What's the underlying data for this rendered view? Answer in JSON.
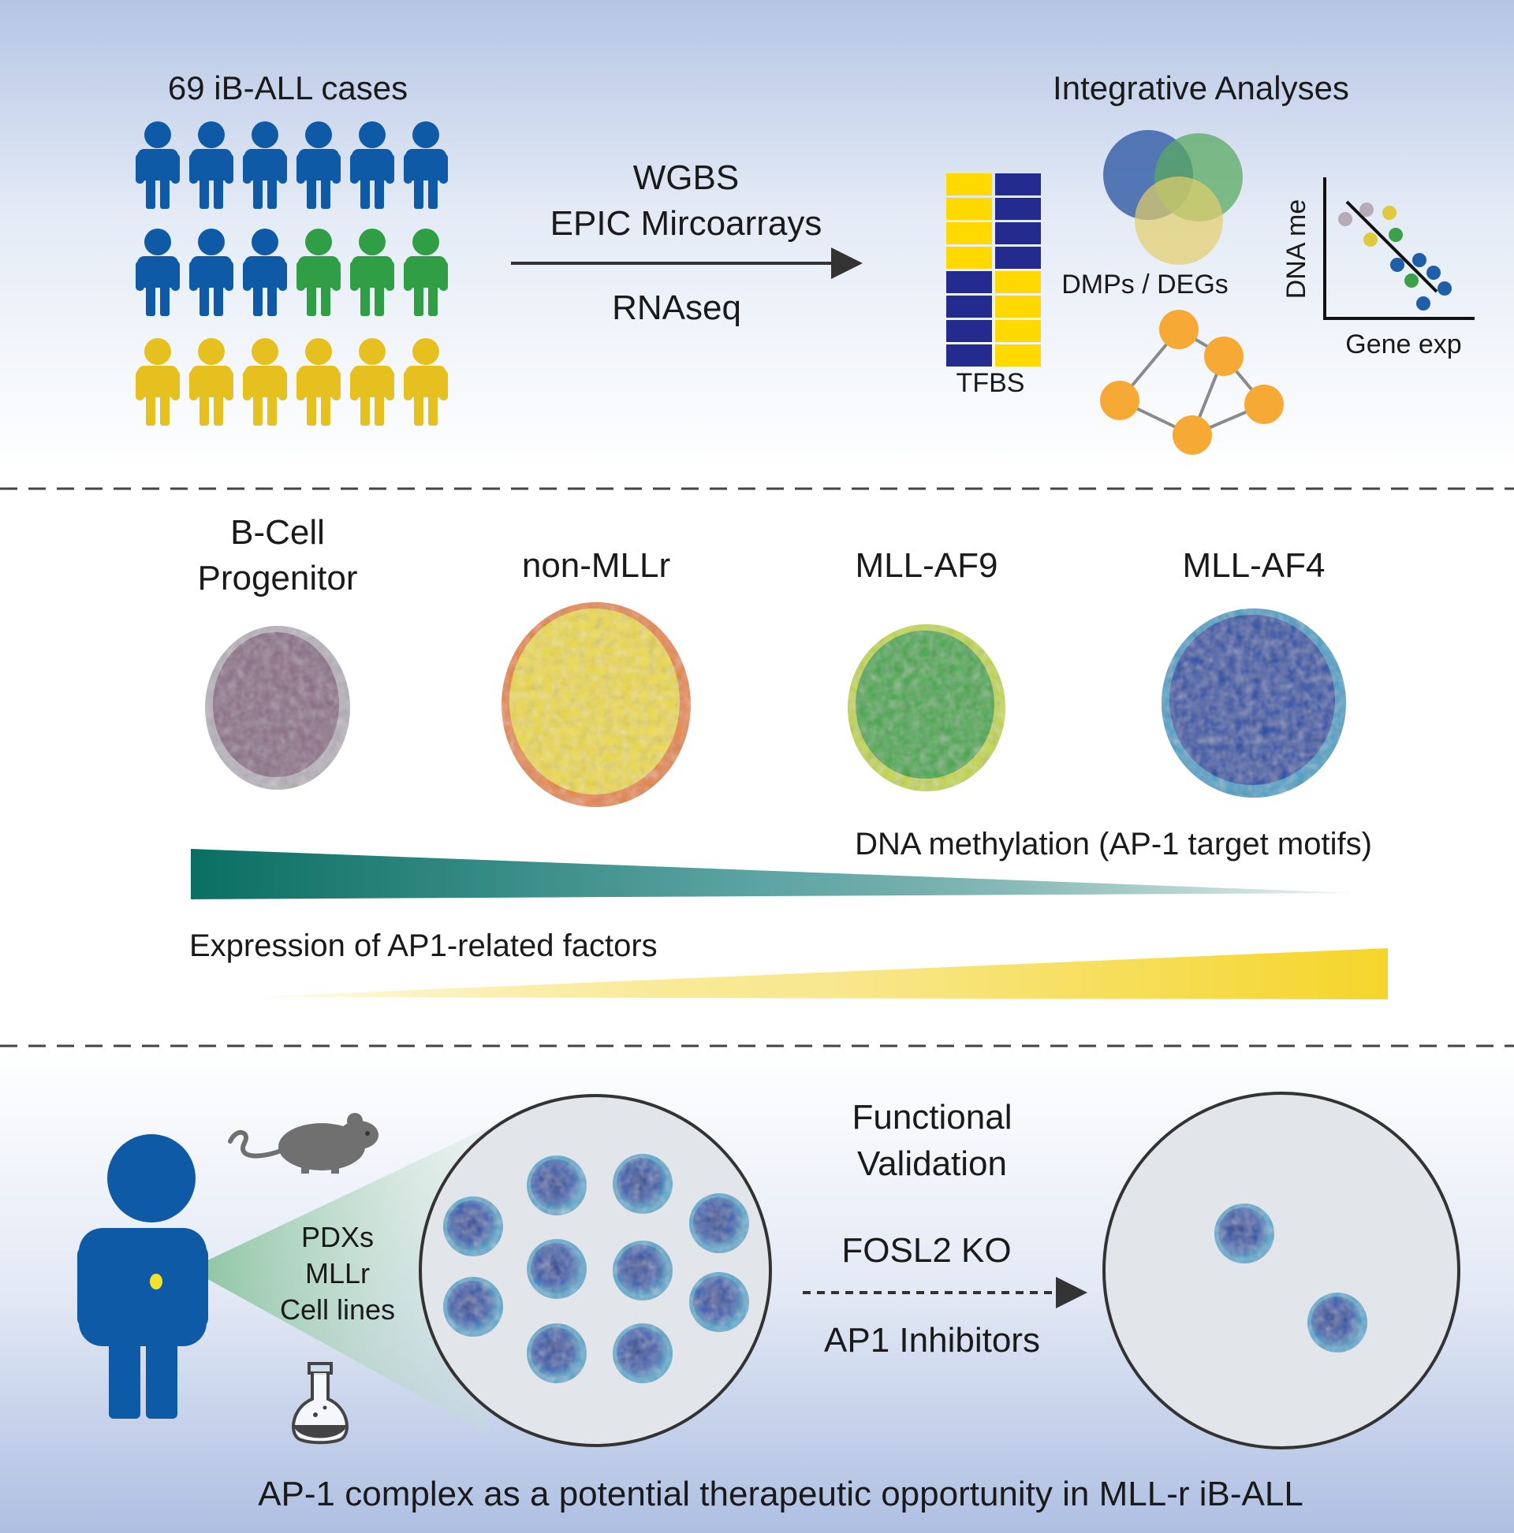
{
  "top": {
    "cases_label": "69 iB-ALL cases",
    "methods": [
      "WGBS",
      "EPIC Mircoarrays",
      "RNAseq"
    ],
    "integrative_title": "Integrative Analyses",
    "tfbs_label": "TFBS",
    "venn_label": "DMPs / DEGs",
    "scatter_ylabel": "DNA me",
    "scatter_xlabel": "Gene exp",
    "patient_rows": [
      [
        "#0e5aa7",
        "#0e5aa7",
        "#0e5aa7",
        "#0e5aa7",
        "#0e5aa7",
        "#0e5aa7"
      ],
      [
        "#0e5aa7",
        "#0e5aa7",
        "#0e5aa7",
        "#2f9e44",
        "#2f9e44",
        "#2f9e44"
      ],
      [
        "#e5c01f",
        "#e5c01f",
        "#e5c01f",
        "#e5c01f",
        "#e5c01f",
        "#e5c01f"
      ]
    ]
  },
  "middle": {
    "cells": [
      {
        "label": "B-Cell\nProgenitor",
        "color": "#8a6a86",
        "edge": "#b8b2bc"
      },
      {
        "label": "non-MLLr",
        "color": "#eedb3c",
        "edge": "#e8853a"
      },
      {
        "label": "MLL-AF9",
        "color": "#3aa843",
        "edge": "#c5d83a"
      },
      {
        "label": "MLL-AF4",
        "color": "#1f4ca6",
        "edge": "#3ea0c8"
      }
    ],
    "methylation_label": "DNA methylation (AP-1 target motifs)",
    "expression_label": "Expression of AP1-related factors"
  },
  "bottom": {
    "models": [
      "PDXs",
      "MLLr",
      "Cell lines"
    ],
    "functional_title": [
      "Functional",
      "Validation"
    ],
    "ko_label": "FOSL2 KO",
    "inhibitor_label": "AP1 Inhibitors",
    "conclusion": "AP-1 complex as a potential therapeutic opportunity in MLL-r iB-ALL"
  },
  "colors": {
    "patient_blue": "#0e5aa7",
    "patient_green": "#2f9e44",
    "patient_yellow": "#e5c01f",
    "tfbs_yellow": "#ffd900",
    "tfbs_navy": "#232b8e",
    "node_orange": "#f7a935",
    "methylation_teal": "#0a6f63",
    "expression_yellow": "#f5d52a"
  }
}
